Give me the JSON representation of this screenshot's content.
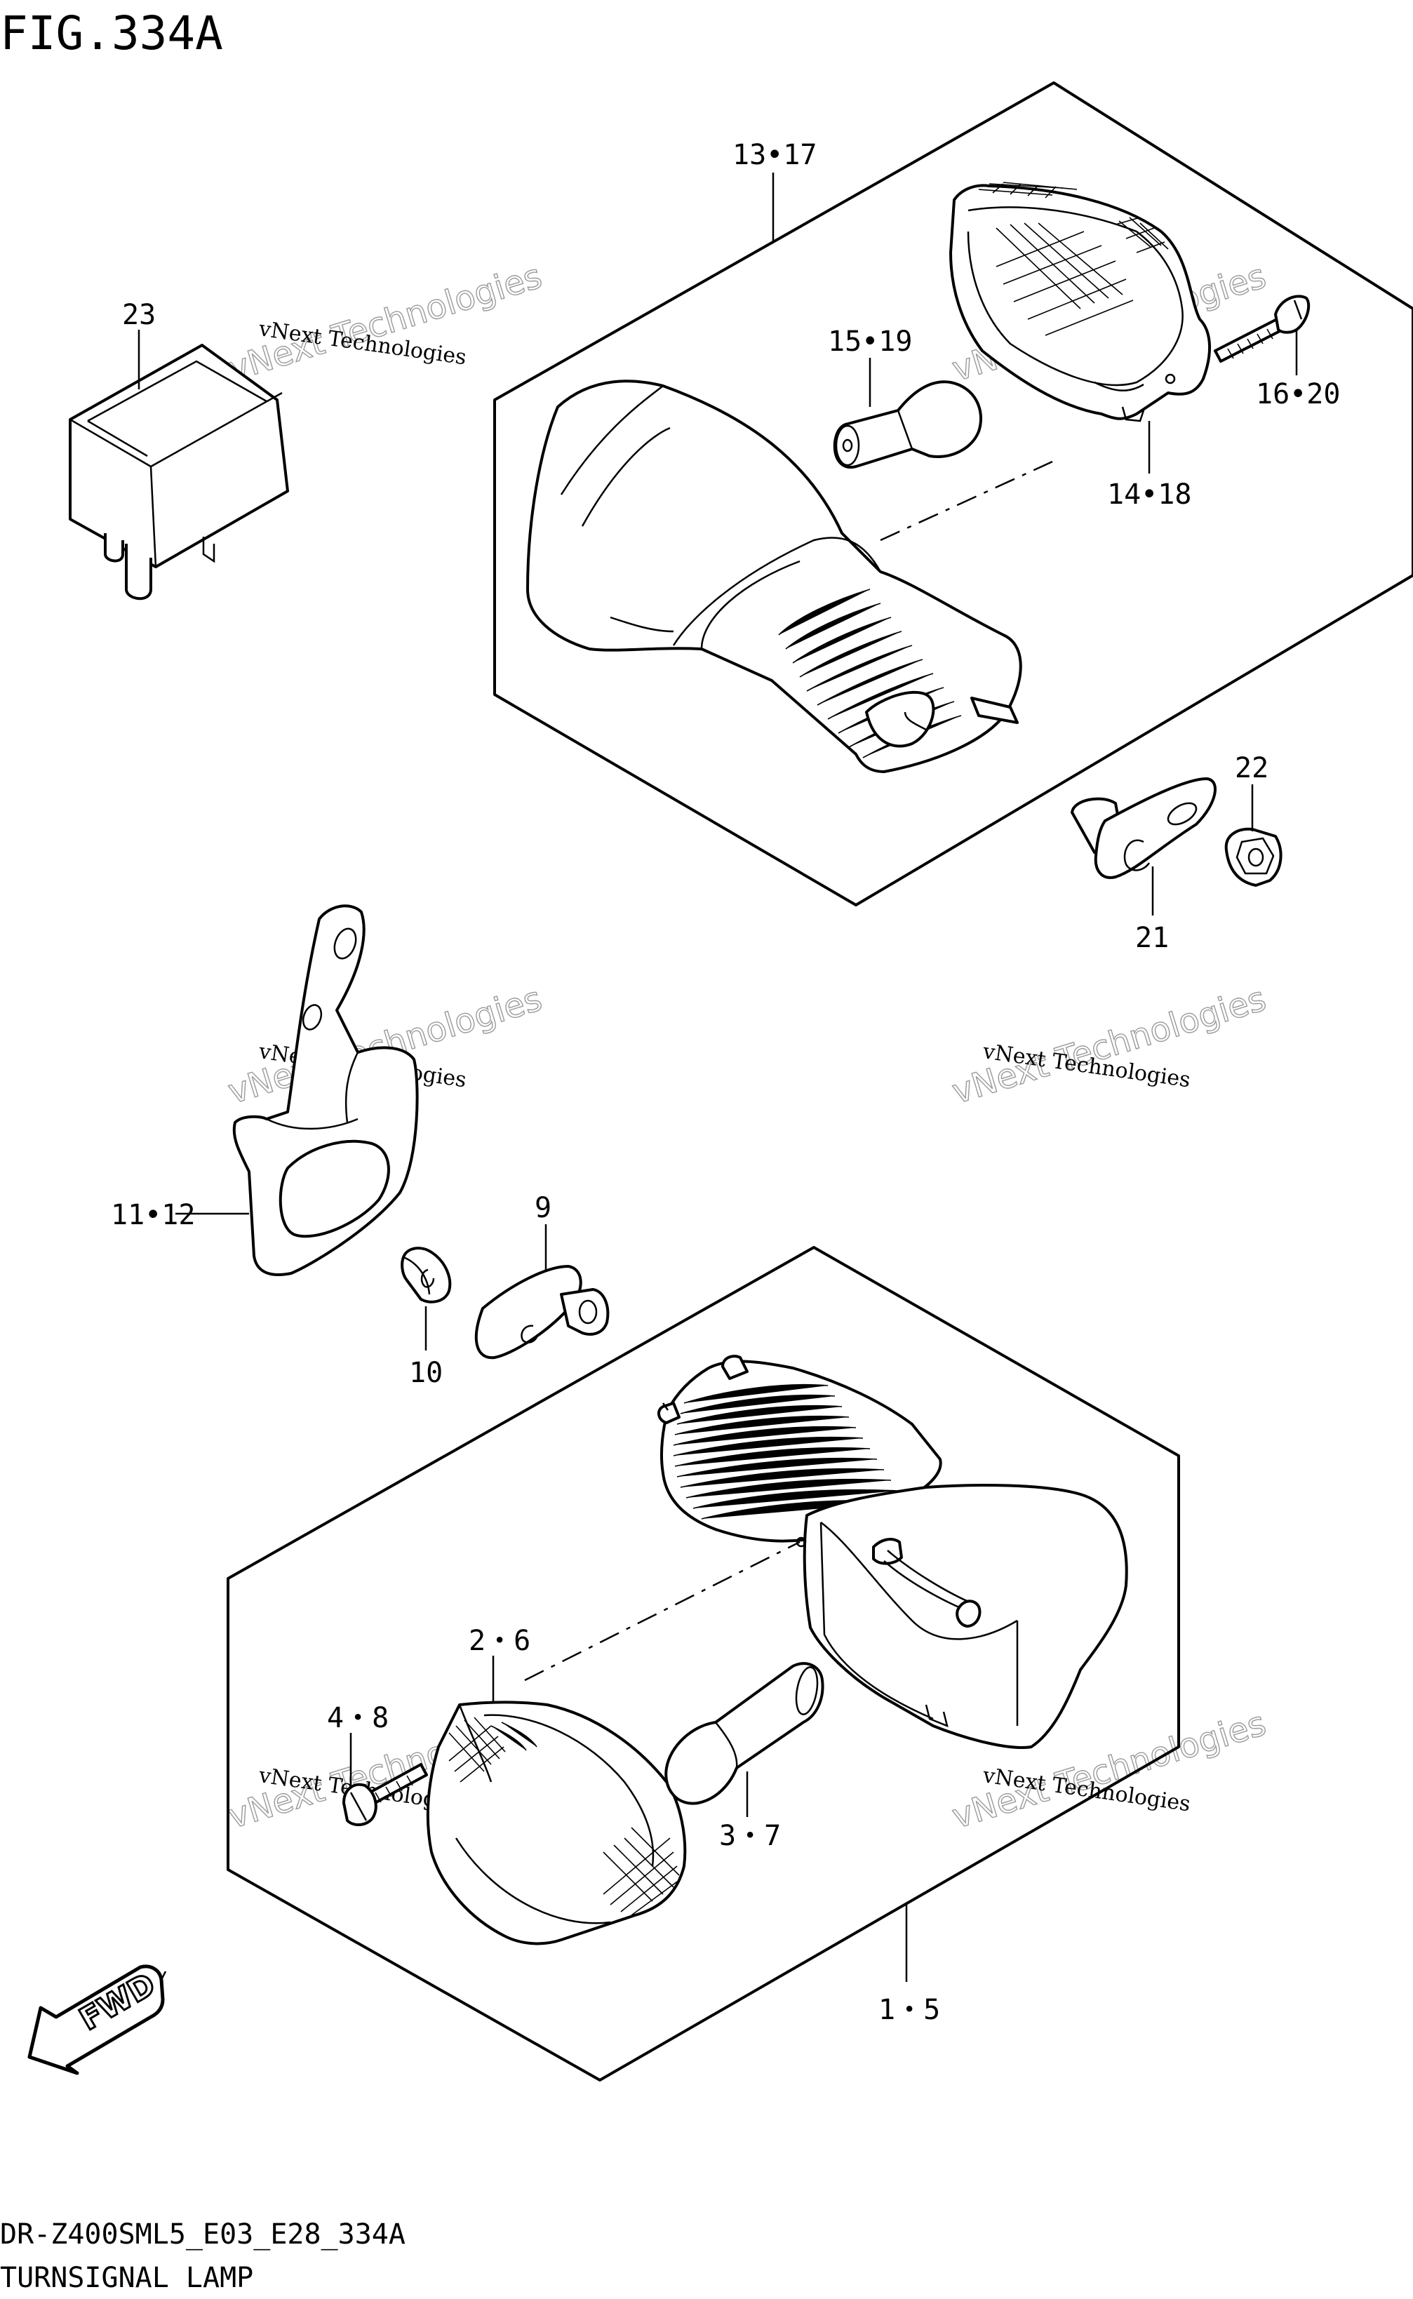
{
  "figure_title": "FIG.334A",
  "model_code": "DR-Z400SML5_E03_E28_334A",
  "caption": "TURNSIGNAL LAMP",
  "fwd_label": "FWD",
  "watermark": {
    "line1": "vNext Technologies",
    "line2": "vNext Technologies"
  },
  "callouts": [
    {
      "id": "13-17",
      "label": "13•17"
    },
    {
      "id": "23",
      "label": "23"
    },
    {
      "id": "15-19",
      "label": "15•19"
    },
    {
      "id": "16-20",
      "label": "16•20"
    },
    {
      "id": "14-18",
      "label": "14•18"
    },
    {
      "id": "22",
      "label": "22"
    },
    {
      "id": "21",
      "label": "21"
    },
    {
      "id": "9",
      "label": "9"
    },
    {
      "id": "11-12",
      "label": "11•12"
    },
    {
      "id": "10",
      "label": "10"
    },
    {
      "id": "2-6",
      "label": "2・6"
    },
    {
      "id": "4-8",
      "label": "4・8"
    },
    {
      "id": "3-7",
      "label": "3・7"
    },
    {
      "id": "1-5",
      "label": "1・5"
    }
  ]
}
